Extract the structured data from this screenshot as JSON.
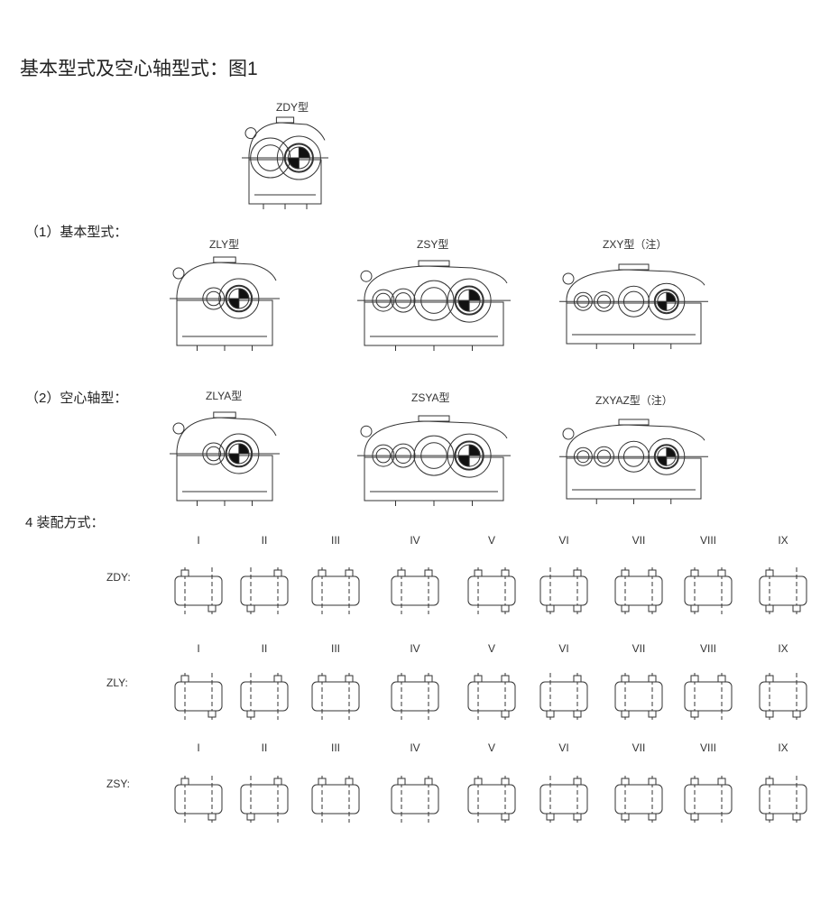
{
  "title": "基本型式及空心轴型式：图1",
  "top_model": "ZDY型",
  "section_basic": "（1）基本型式：",
  "section_hollow": "（2）空心轴型：",
  "basic_models": [
    "ZLY型",
    "ZSY型",
    "ZXY型（注）"
  ],
  "hollow_models": [
    "ZLYA型",
    "ZSYA型",
    "ZXYAZ型（注）"
  ],
  "assembly_title": "4  装配方式：",
  "assembly_rows": [
    {
      "label": "ZDY:",
      "columns": [
        "I",
        "II",
        "III",
        "IV",
        "V",
        "VI",
        "VII",
        "VIII",
        "IX"
      ]
    },
    {
      "label": "ZLY:",
      "columns": [
        "I",
        "II",
        "III",
        "IV",
        "V",
        "VI",
        "VII",
        "VIII",
        "IX"
      ]
    },
    {
      "label": "ZSY:",
      "columns": [
        "I",
        "II",
        "III",
        "IV",
        "V",
        "VI",
        "VII",
        "VIII",
        "IX"
      ]
    }
  ],
  "colors": {
    "line": "#333333",
    "text": "#222222"
  }
}
